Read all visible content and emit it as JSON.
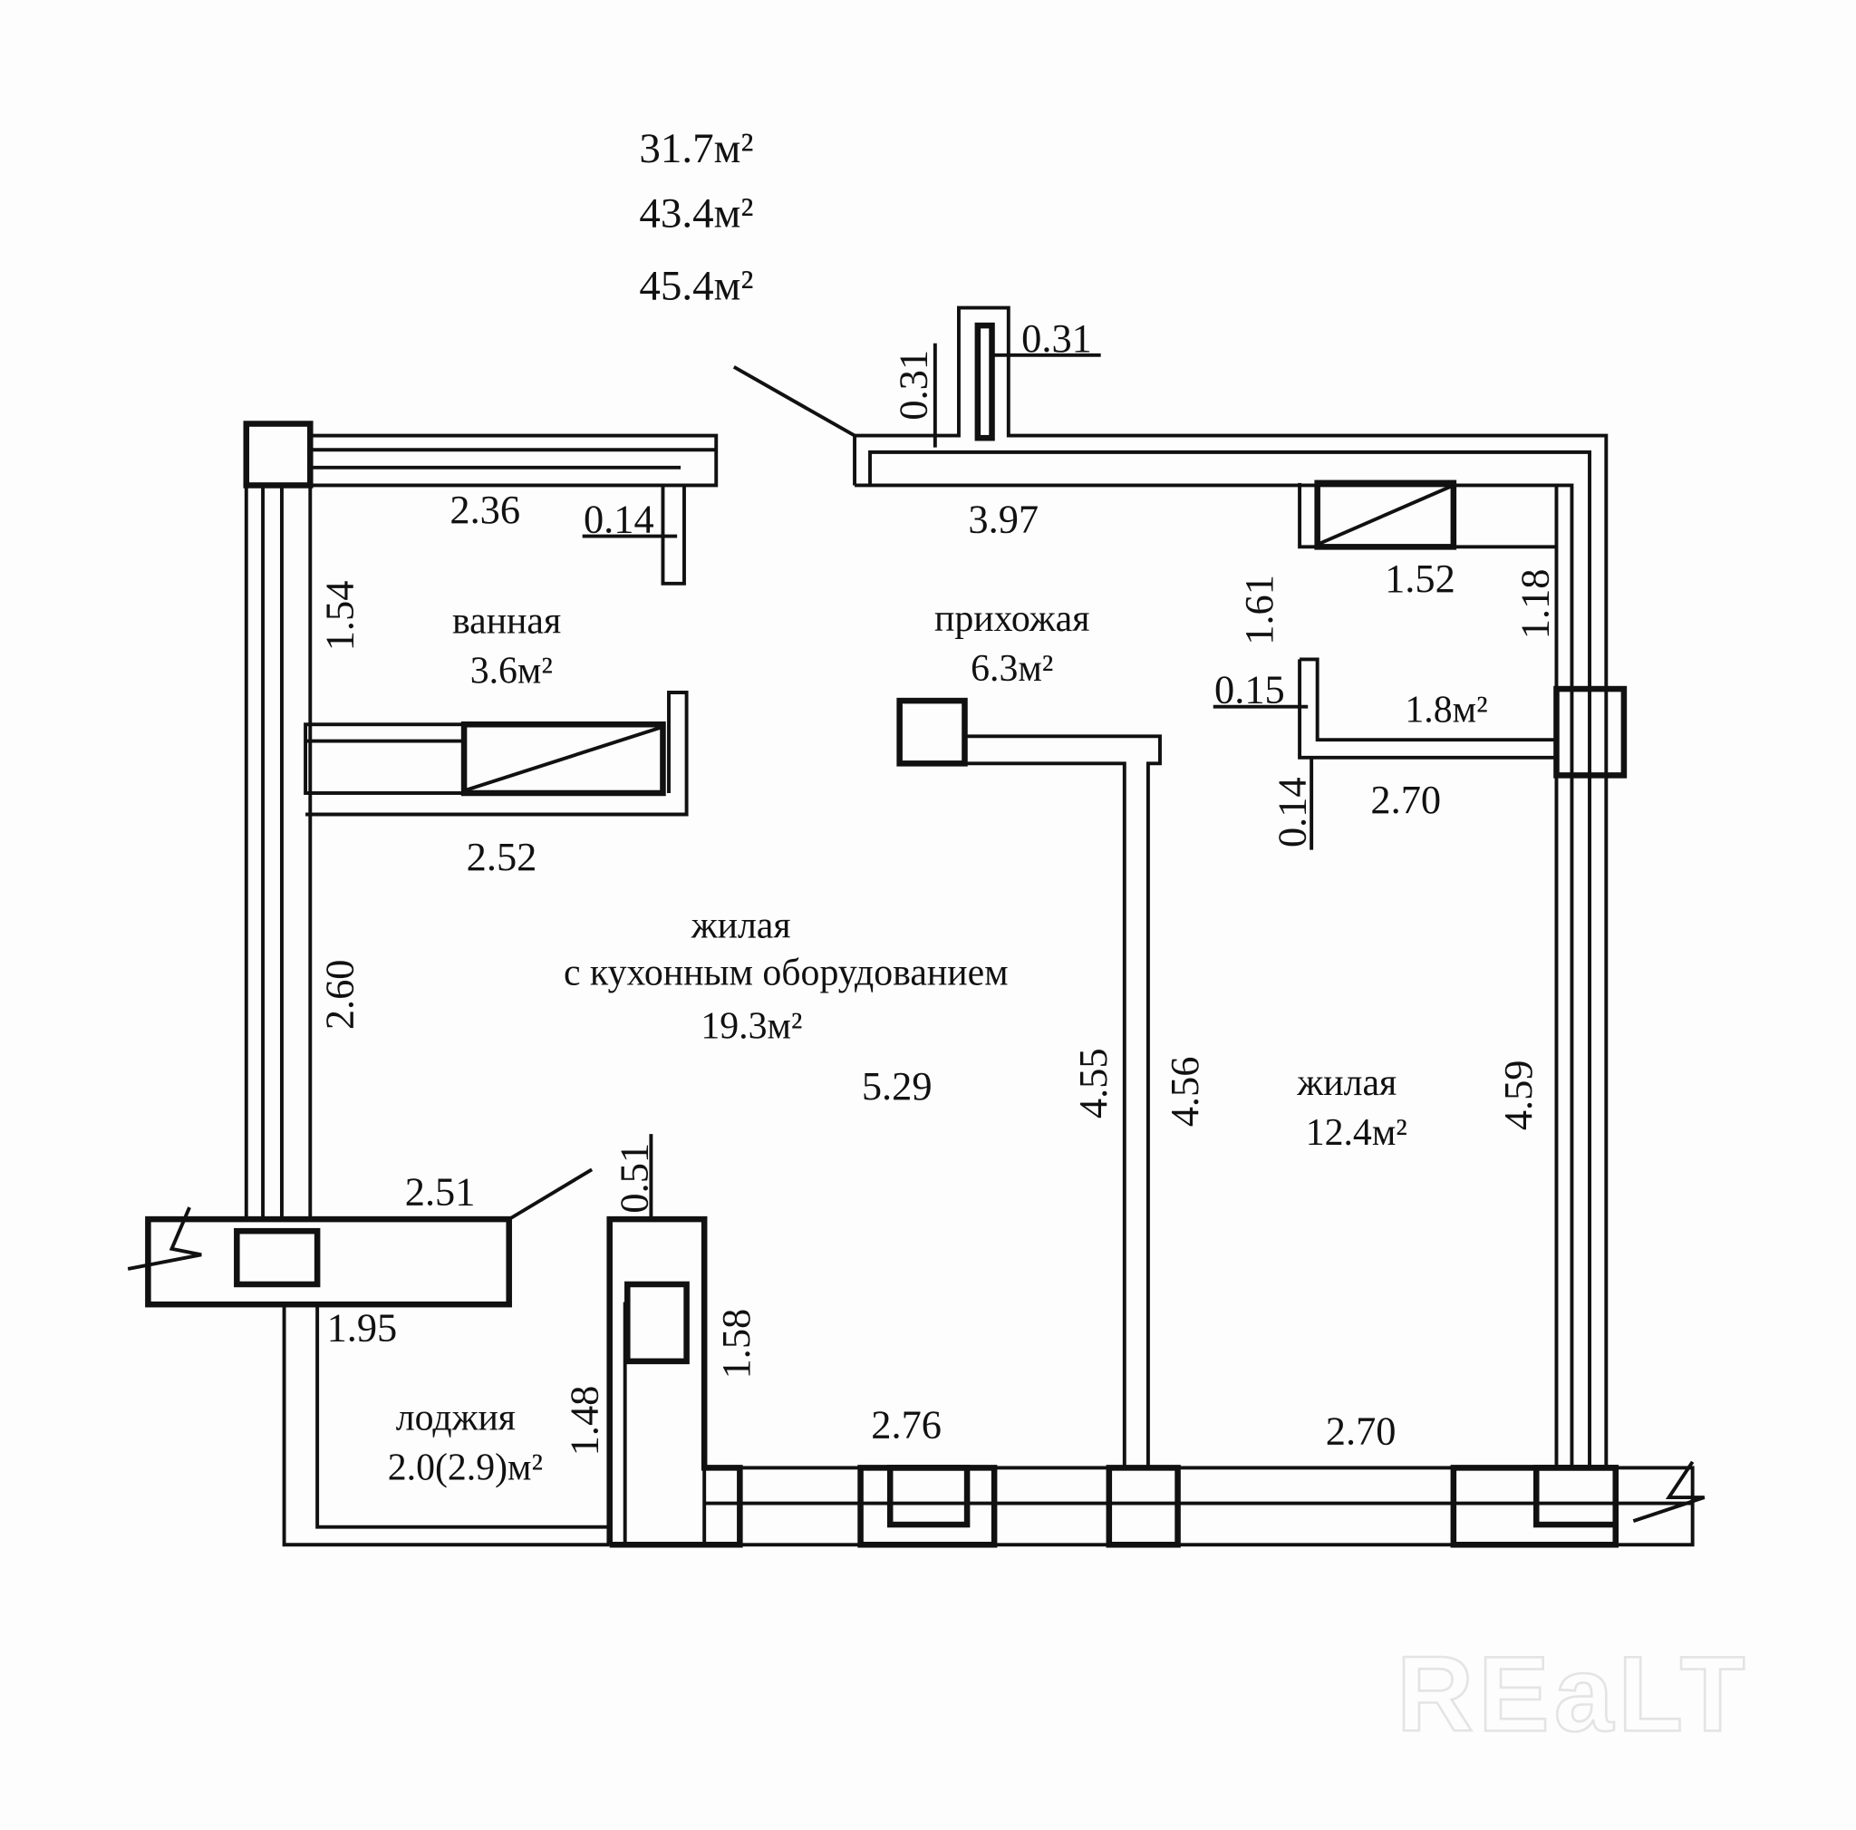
{
  "totals": {
    "living_area": "31.7м²",
    "total_area": "43.4м²",
    "total_with_loggia": "45.4м²"
  },
  "rooms": {
    "bathroom": {
      "name": "ванная",
      "area": "3.6м²"
    },
    "hallway": {
      "name": "прихожая",
      "area": "6.3м²"
    },
    "storage": {
      "area": "1.8м²"
    },
    "kitchen_living": {
      "name_line1": "жилая",
      "name_line2": "с кухонным оборудованием",
      "area": "19.3м²"
    },
    "bedroom": {
      "name": "жилая",
      "area": "12.4м²"
    },
    "loggia": {
      "name": "лоджия",
      "area": "2.0(2.9)м²"
    }
  },
  "dimensions": {
    "chimney_v": "0.31",
    "chimney_h": "0.31",
    "bath_top": "2.36",
    "bath_stub": "0.14",
    "bath_side": "1.54",
    "bath_bottom": "2.52",
    "hall_top": "3.97",
    "hall_box": "1.52",
    "hall_side": "1.61",
    "right_upper": "1.18",
    "storage_stub": "0.15",
    "storage_wall": "0.14",
    "bedroom_top": "2.70",
    "kitchen_left": "2.60",
    "kitchen_depth": "5.29",
    "kitchen_right": "4.55",
    "bedroom_left": "4.56",
    "bedroom_right": "4.59",
    "loggia_top": "2.51",
    "column_w": "0.51",
    "loggia_bottom": "1.95",
    "column_h": "1.58",
    "loggia_side": "1.48",
    "kitchen_bottom": "2.76",
    "bedroom_bottom": "2.70"
  },
  "watermark": "REaLT"
}
